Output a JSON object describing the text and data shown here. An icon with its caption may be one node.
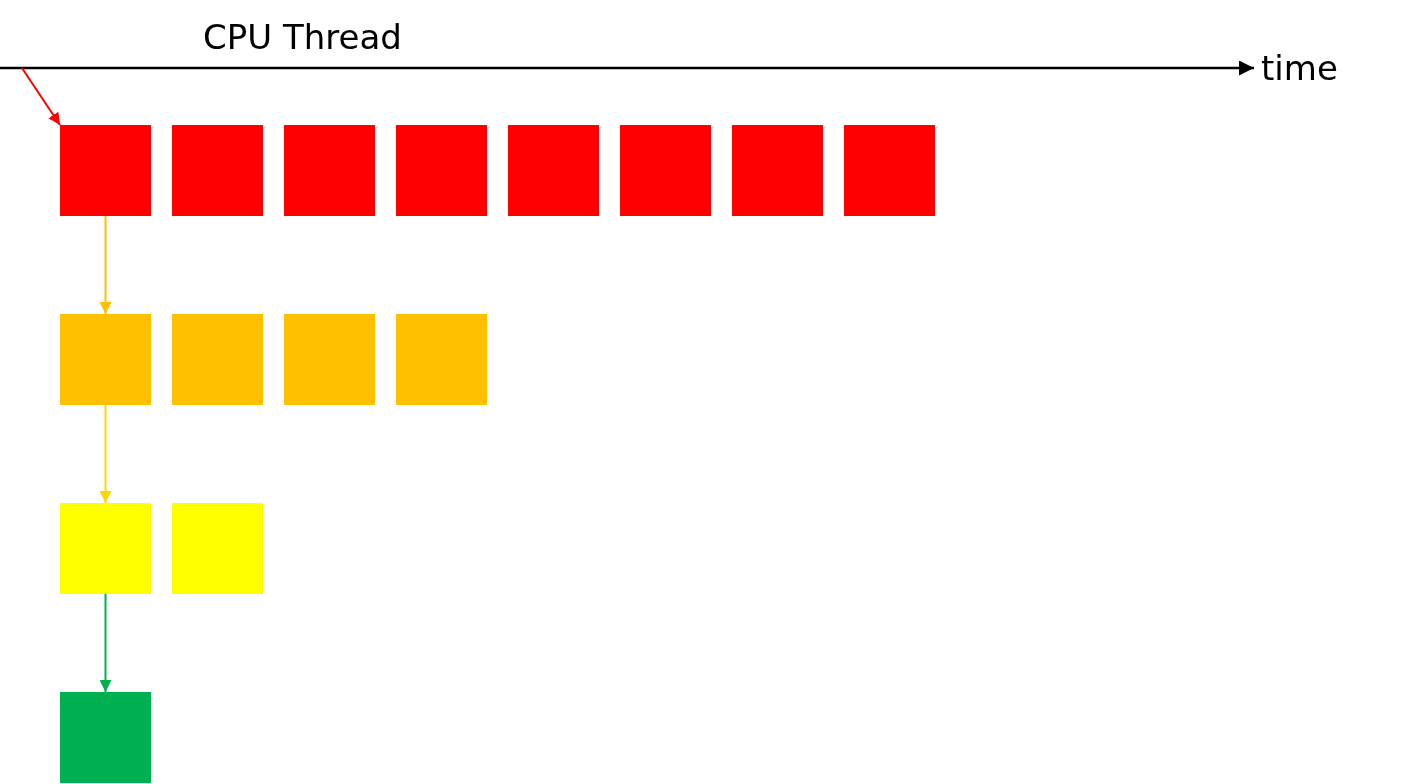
{
  "diagram": {
    "nodes": [
      {
        "text": [],
        "shape": "box"
      },
      {
        "text": [],
        "shape": "box"
      },
      {
        "text": [],
        "shape": "box"
      },
      {
        "text": [],
        "shape": "box"
      },
      {
        "text": [],
        "shape": "box"
      },
      {
        "text": [],
        "shape": "box"
      },
      {
        "text": [],
        "shape": "box"
      },
      {
        "text": [],
        "shape": "box"
      },
      {
        "text": [],
        "shape": "box"
      },
      {
        "text": [],
        "shape": "box"
      },
      {
        "text": [],
        "shape": "box"
      },
      {
        "text": [],
        "shape": "box"
      },
      {
        "text": [],
        "shape": "box"
      },
      {
        "text": [],
        "shape": "box"
      },
      {
        "text": [],
        "shape": "box"
      }
    ],
    "edges": [
      {
        "from": null,
        "to": 0,
        "arrow": "to",
        "color": "#ff0000"
      },
      {
        "from": 0,
        "to": 8,
        "arrow": "to",
        "color": "#ffc000"
      },
      {
        "from": 8,
        "to": 12,
        "arrow": "to",
        "color": "#ffd700"
      },
      {
        "from": 12,
        "to": 14,
        "arrow": "to",
        "color": "#00b050"
      }
    ],
    "labels": [
      "CPU Thread",
      "time"
    ]
  }
}
